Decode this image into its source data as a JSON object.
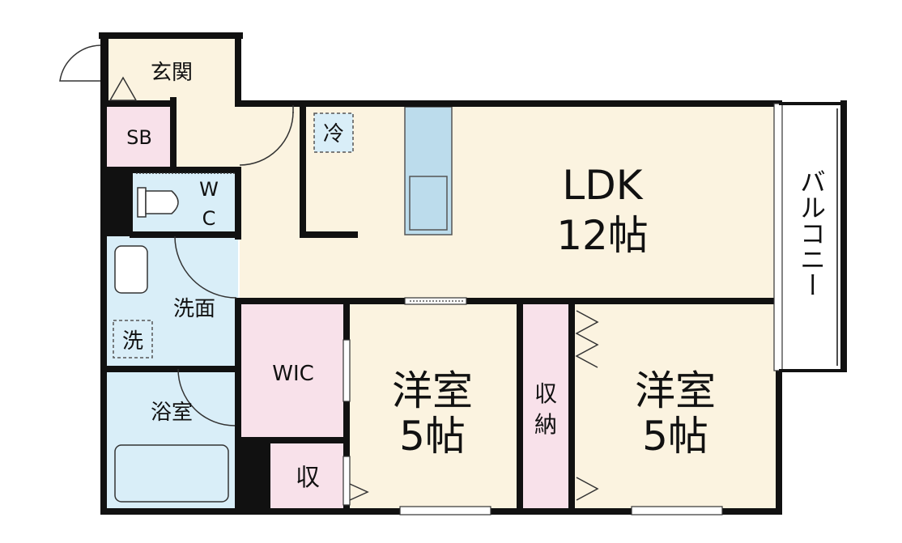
{
  "colors": {
    "wall": "#111111",
    "ldk_floor": "#fbf3e0",
    "wet_area": "#d9eef8",
    "storage": "#f8e1ea",
    "bedroom": "#fbf3e0",
    "entrance": "#fbf3e0",
    "balcony": "#ffffff",
    "kitchen": "#bcdcec",
    "window": "#ffffff"
  },
  "rooms": {
    "entrance": "玄関",
    "shoe_box": "SB",
    "toilet_line1": "W",
    "toilet_line2": "C",
    "ldk_name": "LDK",
    "ldk_size": "12帖",
    "fridge": "冷",
    "balcony": "バルコニー",
    "washroom": "洗面",
    "washer": "洗",
    "bathroom": "浴室",
    "wic": "WIC",
    "small_storage": "収",
    "bedroom1_name": "洋室",
    "bedroom1_size": "5帖",
    "closet_line1": "収",
    "closet_line2": "納",
    "bedroom2_name": "洋室",
    "bedroom2_size": "5帖"
  }
}
